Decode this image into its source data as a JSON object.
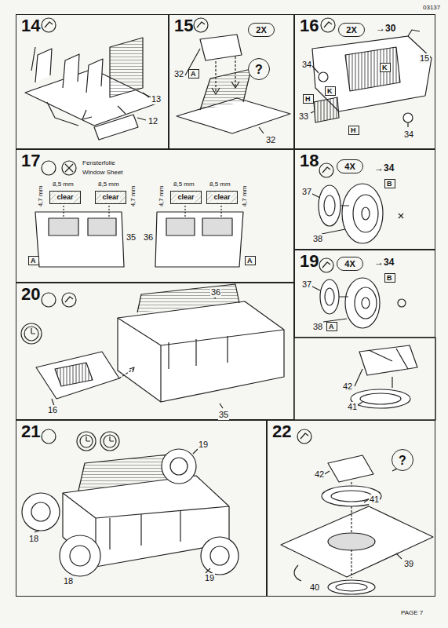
{
  "diagram": {
    "nodes": [
      {
        "text": [
          "14"
        ]
      },
      {
        "text": [
          "15"
        ]
      },
      {
        "text": [
          "2X"
        ],
        "in": 1
      },
      {
        "text": [
          "?"
        ],
        "in": 1
      },
      {
        "text": [
          "16"
        ]
      },
      {
        "text": [
          "2X"
        ],
        "in": 4
      },
      {
        "text": [
          "17"
        ]
      },
      {
        "text": [
          "clear"
        ],
        "in": 6
      },
      {
        "text": [
          "clear"
        ],
        "in": 6
      },
      {
        "text": [
          "clear"
        ],
        "in": 6
      },
      {
        "text": [
          "clear"
        ],
        "in": 6
      },
      {
        "text": [
          "18"
        ]
      },
      {
        "text": [
          "4X"
        ],
        "in": 11
      },
      {
        "text": [
          "19"
        ]
      },
      {
        "text": [
          "4X"
        ],
        "in": 13
      },
      {
        "text": [
          "20"
        ]
      },
      {
        "text": [
          "21"
        ]
      },
      {
        "text": [
          "22"
        ]
      },
      {
        "text": [
          "?"
        ],
        "in": 17
      }
    ],
    "labels": [
      "03137",
      "13",
      "12",
      "32",
      "A",
      "32",
      "→30",
      "34",
      "15",
      "33",
      "34",
      "K",
      "K",
      "H",
      "H",
      "Fensterfolie",
      "Window Sheet",
      "8,5 mm",
      "8,5 mm",
      "8,5 mm",
      "8,5 mm",
      "4,7 mm",
      "4,7 mm",
      "4,7 mm",
      "4,7 mm",
      "35",
      "36",
      "A",
      "A",
      "→34",
      "37",
      "B",
      "38",
      "→34",
      "37",
      "B",
      "38",
      "A",
      "42",
      "41",
      "36",
      "16",
      "35",
      "19",
      "18",
      "19",
      "18",
      "42",
      "41",
      "39",
      "40",
      "PAGE 7"
    ]
  }
}
